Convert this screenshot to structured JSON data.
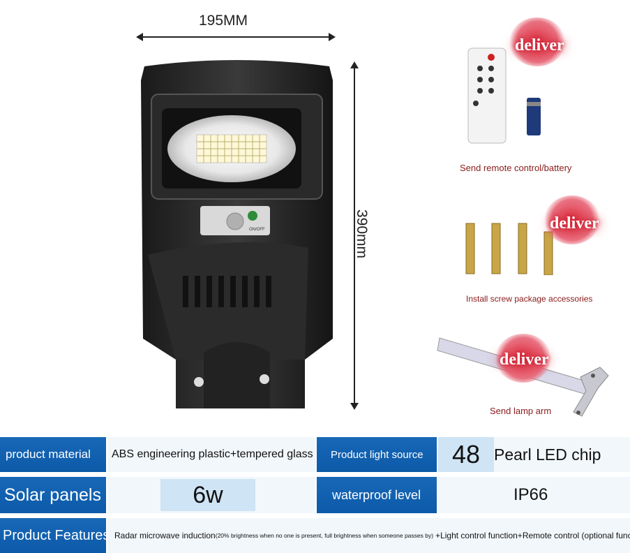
{
  "dimensions": {
    "width_label": "195MM",
    "height_label": "390mm"
  },
  "lamp": {
    "switch_label": "ON/OFF"
  },
  "accessories": [
    {
      "caption": "Send remote control/battery",
      "badge": "deliver"
    },
    {
      "caption": "Install screw package accessories",
      "badge": "deliver"
    },
    {
      "caption": "Send lamp arm",
      "badge": "deliver"
    }
  ],
  "specs": {
    "material_label": "product material",
    "material_value": "ABS engineering plastic+tempered glass",
    "light_source_label": "Product light source",
    "light_source_count": "48",
    "light_source_value": "Pearl LED chip",
    "solar_label": "Solar panels",
    "solar_value": "6w",
    "waterproof_label": "waterproof level",
    "waterproof_value": "IP66",
    "features_label": "Product Features",
    "features_part1": "Radar microwave induction",
    "features_part2": "(20% brightness when no one is present, full brightness when someone passes by)",
    "features_part3": "+Light control function+Remote control (optional function"
  },
  "colors": {
    "header_blue": "#0c5aa8",
    "light_blue": "#cfe4f5",
    "caption_red": "#8a1a1a",
    "badge_red": "#c21a2a"
  }
}
